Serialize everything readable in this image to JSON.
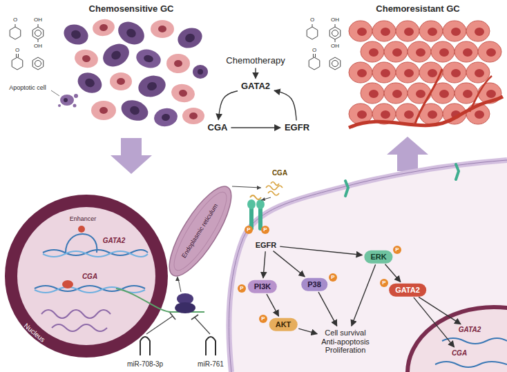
{
  "diagram": {
    "nodes": [
      {
        "text": [
          "Chemotherapy"
        ]
      },
      {
        "text": [
          "GATA2"
        ]
      },
      {
        "text": [
          "CGA"
        ]
      },
      {
        "text": [
          "EGFR"
        ]
      },
      {
        "text": [
          "EGFR"
        ]
      },
      {
        "text": [
          "PI3K"
        ]
      },
      {
        "text": [
          "P38"
        ]
      },
      {
        "text": [
          "ERK"
        ]
      },
      {
        "text": [
          "AKT"
        ]
      },
      {
        "text": [
          "GATA2"
        ]
      },
      {
        "text": [
          "Cell survival",
          "Anti-apoptosis",
          "Proliferation"
        ]
      },
      {
        "text": [
          "GATA2"
        ]
      },
      {
        "text": [
          "CGA"
        ]
      }
    ],
    "edges": [
      {
        "from": 0,
        "to": 1,
        "arrow": "to"
      },
      {
        "from": 1,
        "to": 2,
        "arrow": "to"
      },
      {
        "from": 2,
        "to": 3,
        "arrow": "to"
      },
      {
        "from": 3,
        "to": 1,
        "arrow": "to"
      },
      {
        "from": 4,
        "to": 5,
        "arrow": "to"
      },
      {
        "from": 4,
        "to": 6,
        "arrow": "to"
      },
      {
        "from": 4,
        "to": 7,
        "arrow": "to"
      },
      {
        "from": 5,
        "to": 8,
        "arrow": "to"
      },
      {
        "from": 8,
        "to": 10,
        "arrow": "to"
      },
      {
        "from": 6,
        "to": 10,
        "arrow": "to"
      },
      {
        "from": 7,
        "to": 10,
        "arrow": "to"
      },
      {
        "from": 7,
        "to": 9,
        "arrow": "to"
      },
      {
        "from": 9,
        "to": 11,
        "arrow": "to"
      },
      {
        "from": 9,
        "to": 12,
        "arrow": "to"
      }
    ],
    "labels": [
      "Chemosensitive GC",
      "O",
      "OH",
      "OH",
      "O",
      "Apoptotic cell",
      "Chemoresistant GC",
      "O",
      "OH",
      "OH",
      "O",
      "Enhancer",
      "GATA2",
      "CGA",
      "Nucleus",
      "Endoplasmic reticulum",
      "CGA",
      "miR-708-3p",
      "miR-761",
      "P",
      "P",
      "P",
      "P",
      "P",
      "P",
      "P"
    ]
  }
}
